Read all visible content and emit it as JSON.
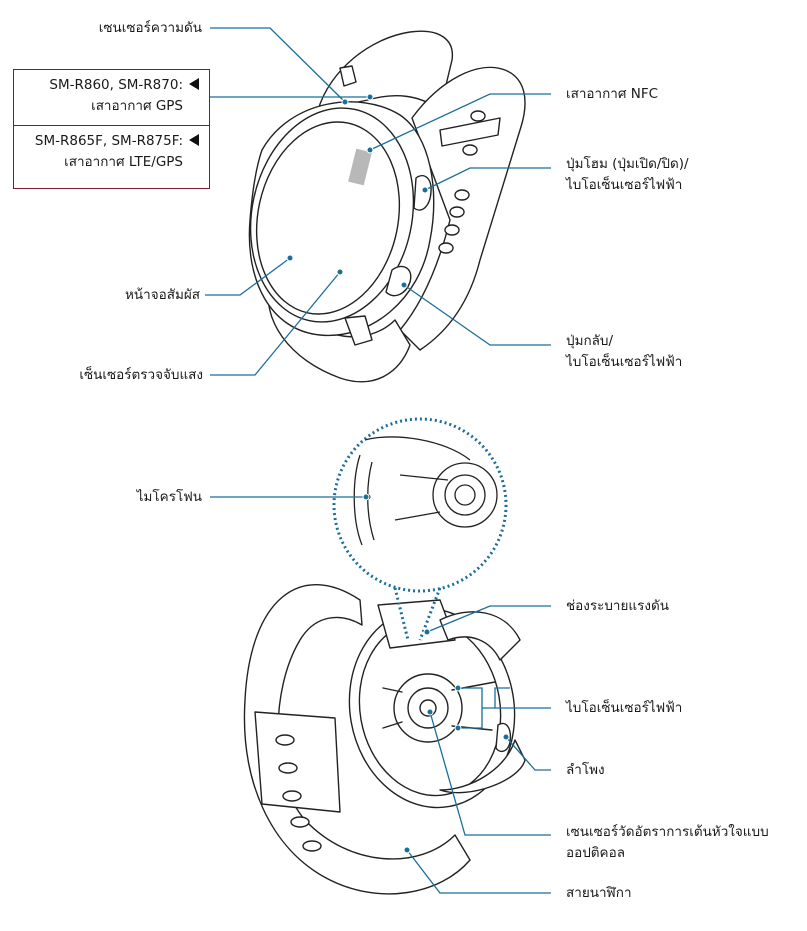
{
  "top_diagram": {
    "labels": {
      "pressure_sensor": "เซนเซอร์ความดัน",
      "nfc_antenna": "เสาอากาศ NFC",
      "home_key_line1": "ปุ่มโฮม (ปุ่มเปิด/ปิด)/",
      "home_key_line2": "ไบโอเซ็นเซอร์ไฟฟ้า",
      "touchscreen": "หน้าจอสัมผัส",
      "back_key_line1": "ปุ่มกลับ/",
      "back_key_line2": "ไบโอเซ็นเซอร์ไฟฟ้า",
      "light_sensor": "เซ็นเซอร์ตรวจจับแสง"
    },
    "model_boxes": [
      {
        "models": "SM-R860, SM-R870:",
        "antenna": "เสาอากาศ GPS"
      },
      {
        "models": "SM-R865F, SM-R875F:",
        "antenna": "เสาอากาศ LTE/GPS"
      }
    ]
  },
  "bottom_diagram": {
    "labels": {
      "microphone": "ไมโครโฟน",
      "pressure_vent": "ช่องระบายแรงดัน",
      "bio_sensor": "ไบโอเซ็นเซอร์ไฟฟ้า",
      "speaker": "ลำโพง",
      "optical_hr_line1": "เซนเซอร์วัดอัตราการเต้นหัวใจแบบ",
      "optical_hr_line2": "ออปติคอล",
      "strap": "สายนาฬิกา"
    }
  },
  "colors": {
    "callout": "#1a6e9a",
    "outline": "#222222",
    "box_border": "#7a1c2c",
    "sensor_patch": "#b8b8b8"
  }
}
